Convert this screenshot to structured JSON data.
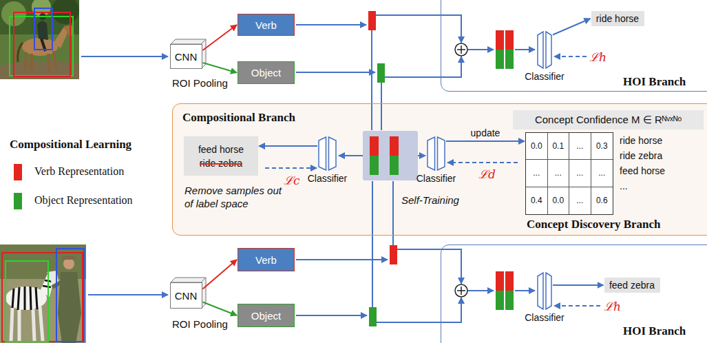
{
  "diagram": {
    "nodes": [
      {
        "text": [
          "CNN"
        ]
      },
      {
        "text": [
          "Verb"
        ]
      },
      {
        "text": [
          "Object"
        ]
      },
      {
        "text": [
          "HOI Branch"
        ]
      },
      {
        "text": [
          "Classifier"
        ],
        "in": 3
      },
      {
        "text": [
          "ride horse"
        ],
        "in": 3
      },
      {
        "text": [
          "Compositional Branch"
        ]
      },
      {
        "text": [
          "Concept Confidence M ∈ Rᴺᵛˣᴺᵒ"
        ],
        "in": 6
      },
      {
        "text": [
          "feed horse",
          "ride zebra"
        ],
        "in": 6
      },
      {
        "text": [
          "Classifier"
        ],
        "in": 6
      },
      {
        "text": [
          "Classifier"
        ],
        "in": 6
      },
      {
        "text": [
          "0.0",
          "0.1",
          "...",
          "0.3",
          "...",
          "...",
          "...",
          "...",
          "0.4",
          "0.0",
          "...",
          "0.6"
        ],
        "in": 6
      },
      {
        "text": [
          "CNN"
        ]
      },
      {
        "text": [
          "Verb"
        ]
      },
      {
        "text": [
          "Object"
        ]
      },
      {
        "text": [
          "HOI Branch"
        ]
      },
      {
        "text": [
          "Classifier"
        ],
        "in": 15
      },
      {
        "text": [
          "feed zebra"
        ],
        "in": 15
      }
    ],
    "edges": [
      {
        "from": 0,
        "to": 1,
        "arrow": "to"
      },
      {
        "from": 0,
        "to": 2,
        "arrow": "to"
      },
      {
        "from": 4,
        "to": 5,
        "arrow": "to"
      },
      {
        "from": 9,
        "to": 8,
        "arrow": "to"
      },
      {
        "from": 10,
        "to": 11,
        "label": "update",
        "arrow": "to"
      },
      {
        "from": 12,
        "to": 13,
        "arrow": "to"
      },
      {
        "from": 12,
        "to": 14,
        "arrow": "to"
      },
      {
        "from": 16,
        "to": 17,
        "arrow": "to"
      }
    ],
    "labels": [
      "ROI Pooling",
      "ℒh",
      "Compositional Learning",
      "Remove samples out of label space",
      "ℒc",
      "Self-Training",
      "ℒd",
      "ride horse",
      "ride zebra",
      "feed horse",
      "...",
      "Concept Discovery Branch",
      "ROI Pooling",
      "ℒh"
    ],
    "legend": [
      {
        "text": "Verb Representation",
        "color": "#e3261f"
      },
      {
        "text": "Object Representation",
        "color": "#2e9e2e"
      }
    ]
  }
}
